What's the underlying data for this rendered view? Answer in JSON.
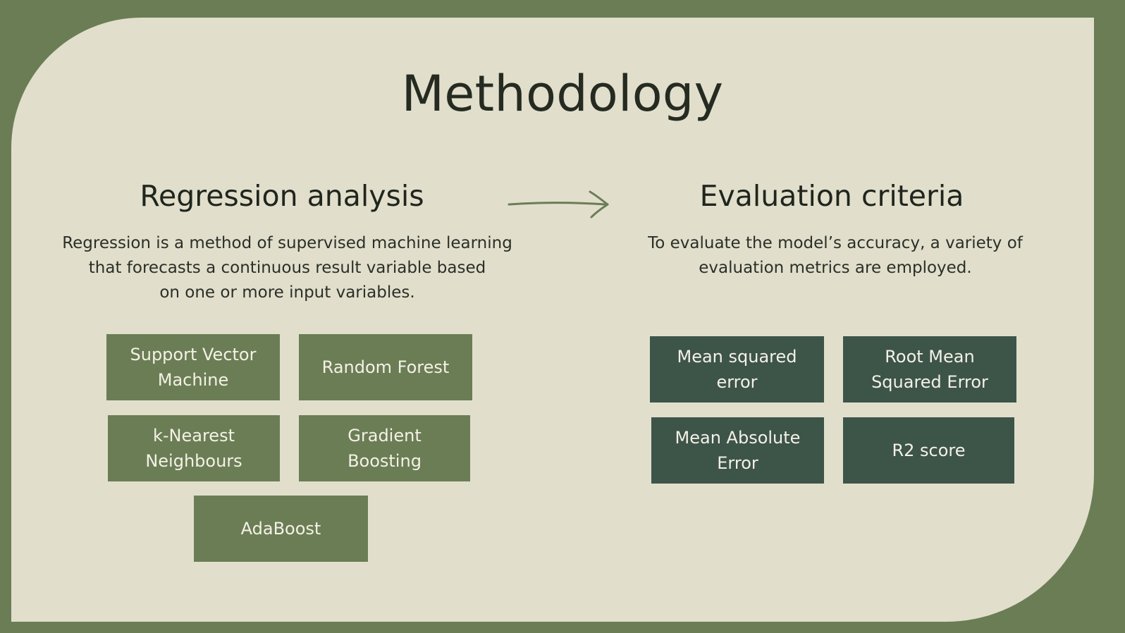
{
  "title": "Methodology",
  "left_section": {
    "heading": "Regression analysis",
    "description_lines": [
      "Regression is a method of supervised machine learning",
      "that forecasts a continuous result variable based",
      "on one or more input variables."
    ],
    "methods": [
      {
        "label": "Support Vector\nMachine"
      },
      {
        "label": "Random Forest"
      },
      {
        "label": "k-Nearest\nNeighbours"
      },
      {
        "label": "Gradient\nBoosting"
      },
      {
        "label": "AdaBoost"
      }
    ]
  },
  "right_section": {
    "heading": "Evaluation criteria",
    "description_lines": [
      "To evaluate the model’s accuracy, a variety of",
      "evaluation metrics are employed."
    ],
    "metrics": [
      {
        "label": "Mean squared\nerror"
      },
      {
        "label": "Root Mean\nSquared Error"
      },
      {
        "label": "Mean Absolute\nError"
      },
      {
        "label": "R2 score"
      }
    ]
  },
  "connector_icon": "right-arrow-icon",
  "colors": {
    "frame": "#6b7d55",
    "panel": "#e1dfcc",
    "method_box": "#6b7d55",
    "metric_box": "#3d5449",
    "box_text": "#f4f1e6",
    "heading_text": "#262b21"
  }
}
